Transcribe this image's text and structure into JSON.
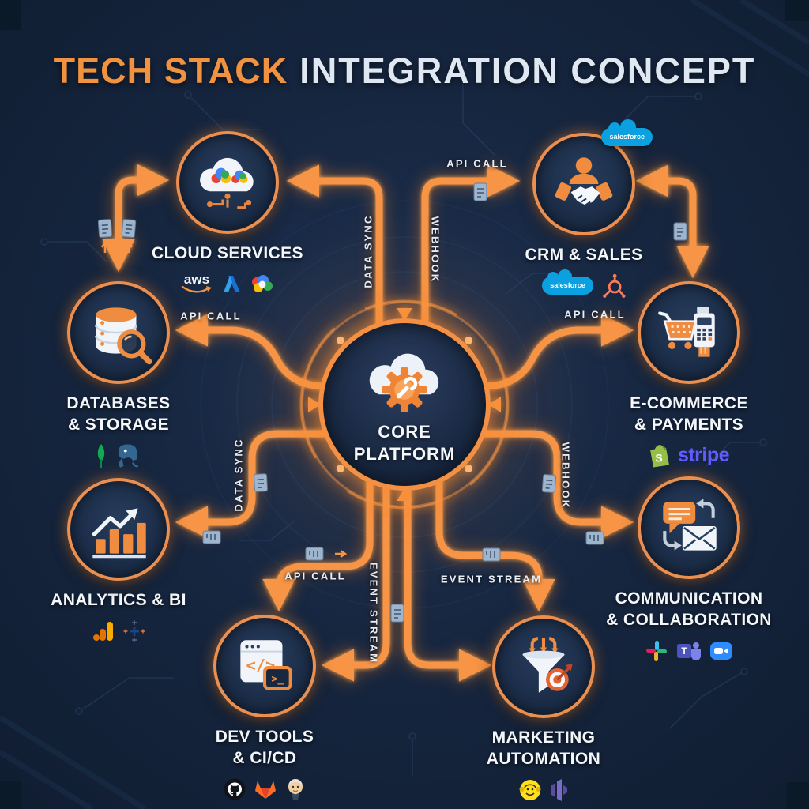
{
  "title": {
    "accent": "TECH STACK",
    "rest": "INTEGRATION CONCEPT"
  },
  "center": {
    "line1": "CORE",
    "line2": "PLATFORM"
  },
  "nodes": [
    {
      "id": "cloud-services",
      "line1": "CLOUD SERVICES",
      "line2": "",
      "logos": [
        "AWS",
        "Microsoft Azure",
        "Google Cloud"
      ]
    },
    {
      "id": "crm-sales",
      "line1": "CRM & SALES",
      "line2": "",
      "logos": [
        "Salesforce",
        "HubSpot"
      ]
    },
    {
      "id": "databases-storage",
      "line1": "DATABASES",
      "line2": "& STORAGE",
      "logos": [
        "MongoDB",
        "PostgreSQL"
      ]
    },
    {
      "id": "ecommerce-payments",
      "line1": "E-COMMERCE",
      "line2": "& PAYMENTS",
      "logos": [
        "Shopify",
        "Stripe"
      ]
    },
    {
      "id": "analytics-bi",
      "line1": "ANALYTICS & BI",
      "line2": "",
      "logos": [
        "Google Analytics",
        "Tableau"
      ]
    },
    {
      "id": "communication-collaboration",
      "line1": "COMMUNICATION",
      "line2": "& COLLABORATION",
      "logos": [
        "Slack",
        "Microsoft Teams",
        "Zoom"
      ]
    },
    {
      "id": "dev-tools-cicd",
      "line1": "DEV TOOLS",
      "line2": "& CI/CD",
      "logos": [
        "GitHub",
        "GitLab",
        "Jenkins"
      ]
    },
    {
      "id": "marketing-automation",
      "line1": "MARKETING",
      "line2": "AUTOMATION",
      "logos": [
        "Mailchimp",
        "Marketo"
      ]
    }
  ],
  "connections": [
    {
      "text": "API CALL",
      "from": "core-platform",
      "to": "crm-sales"
    },
    {
      "text": "DATA SYNC",
      "from": "core-platform",
      "to": "cloud-services"
    },
    {
      "text": "WEBHOOK",
      "from": "core-platform",
      "to": "crm-sales"
    },
    {
      "text": "API CALL",
      "from": "core-platform",
      "to": "databases-storage"
    },
    {
      "text": "API CALL",
      "from": "core-platform",
      "to": "ecommerce-payments"
    },
    {
      "text": "DATA SYNC",
      "from": "core-platform",
      "to": "analytics-bi"
    },
    {
      "text": "WEBHOOK",
      "from": "core-platform",
      "to": "communication-collaboration"
    },
    {
      "text": "API CALL",
      "from": "core-platform",
      "to": "dev-tools-cicd"
    },
    {
      "text": "EVENT STREAM",
      "from": "core-platform",
      "to": "dev-tools-cicd"
    },
    {
      "text": "EVENT STREAM",
      "from": "core-platform",
      "to": "marketing-automation"
    }
  ],
  "wordmarks": {
    "aws": "aws",
    "stripe": "stripe",
    "salesforce": "salesforce"
  },
  "glyphs": {
    "code": "</>",
    "prompt": ">_",
    "teams_t": "T",
    "shopify_s": "S"
  },
  "colors": {
    "background": "#15233a",
    "pipe": "#f79445",
    "node_ring": "#ea8f4f",
    "title_accent": "#f0923f",
    "title_rest": "#dfe8f2",
    "label": "#f4f7fb",
    "connection_label": "#e6edf5"
  }
}
